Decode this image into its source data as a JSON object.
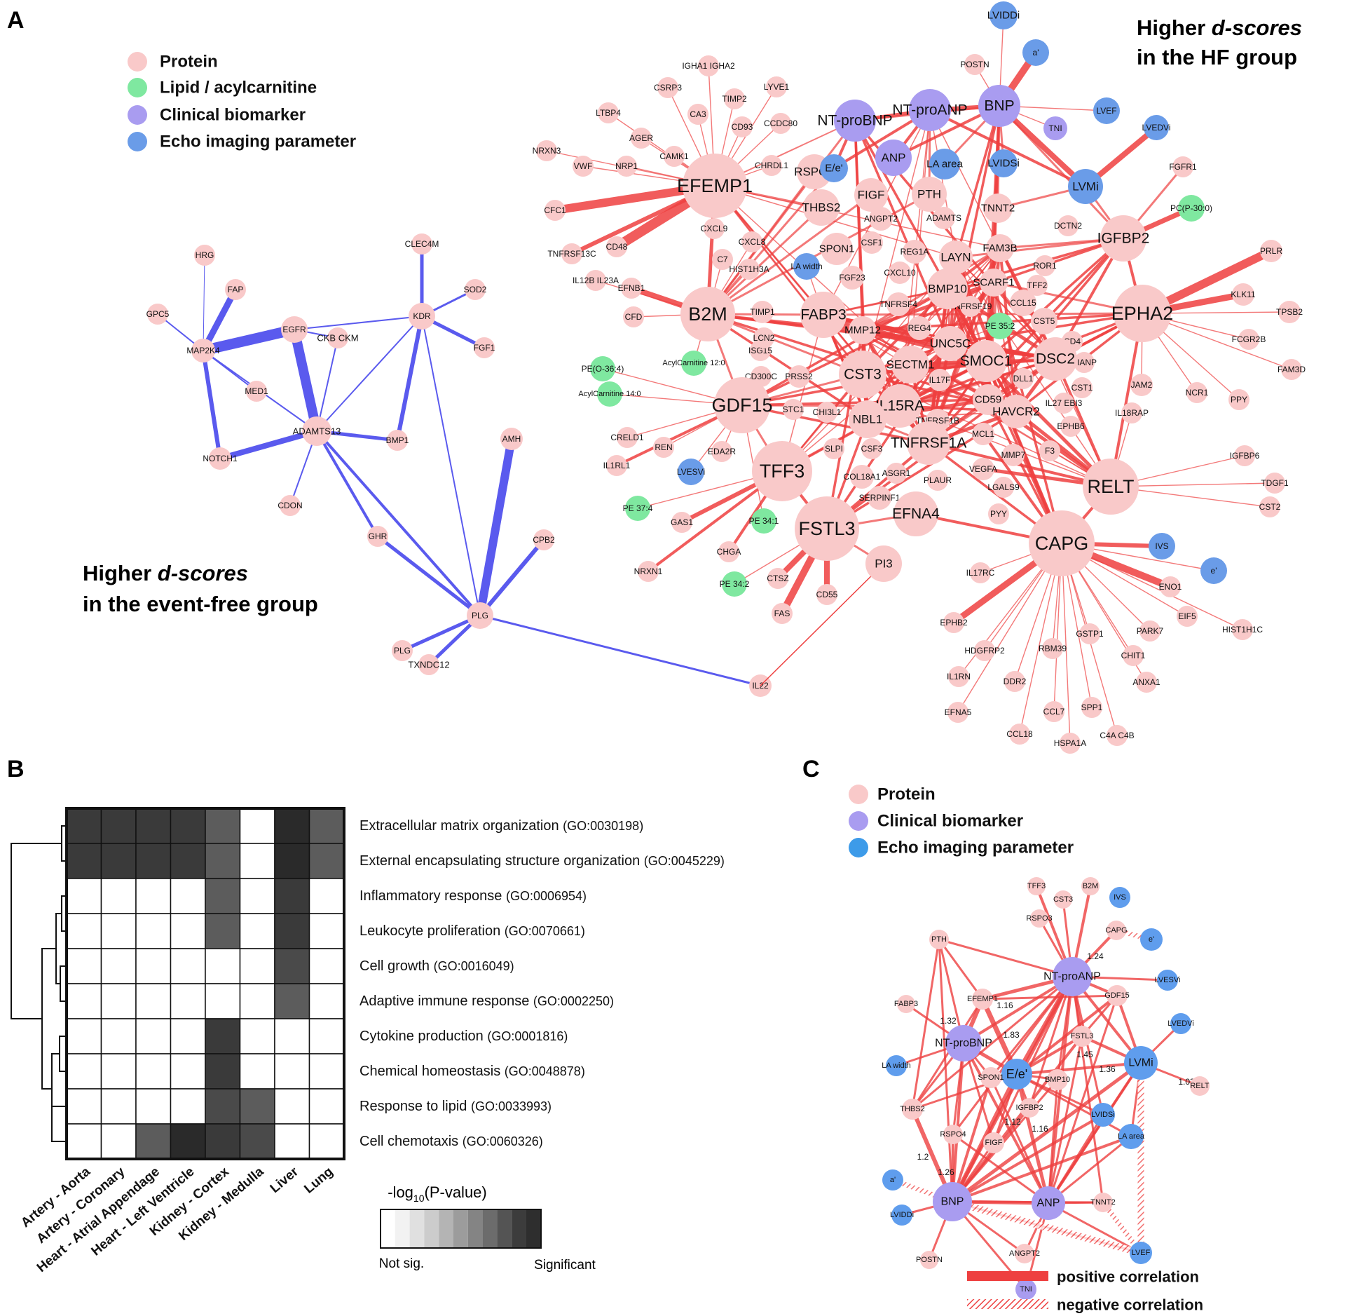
{
  "panels": {
    "a": "A",
    "b": "B",
    "c": "C"
  },
  "legend_a": [
    {
      "label": "Protein",
      "color": "#f9c9c9"
    },
    {
      "label": "Lipid / acylcarnitine",
      "color": "#7fe8a0"
    },
    {
      "label": "Clinical biomarker",
      "color": "#a99cf0"
    },
    {
      "label": "Echo imaging parameter",
      "color": "#6a9ce8"
    }
  ],
  "legend_c": [
    {
      "label": "Protein",
      "color": "#f9c9c9"
    },
    {
      "label": "Clinical biomarker",
      "color": "#a99cf0"
    },
    {
      "label": "Echo imaging parameter",
      "color": "#3d9be9"
    }
  ],
  "annotations": {
    "hf_line1": "Higher ",
    "hf_italic": "d-scores",
    "hf_line2": "in the HF group",
    "ef_line1": "Higher ",
    "ef_italic": "d-scores",
    "ef_line2": "in the event-free group"
  },
  "colors": {
    "positive": "#ee4040",
    "event_free": "#5a5aee",
    "protein": "#f9c9c9",
    "lipid": "#7fe8a0",
    "clinical": "#a99cf0",
    "echo": "#6a9ce8"
  },
  "network_event_free": {
    "nodes": [
      "HRG",
      "FAP",
      "GPC5",
      "MAP2K4",
      "EGFR",
      "CKB CKM",
      "KDR",
      "CLEC4M",
      "SOD2",
      "FGF1",
      "MED1",
      "ADAMTS13",
      "NOTCH1",
      "BMP1",
      "CDON",
      "GHR",
      "AMH",
      "CPB2",
      "PLG",
      "PLG",
      "TXNDC12",
      "IL22"
    ]
  },
  "network_hf": {
    "labels_visible": [
      "EFEMP1",
      "B2M",
      "GDF15",
      "TFF3",
      "FSTL3",
      "CAPG",
      "RELT",
      "EPHA2",
      "IGFBP2",
      "DSC2",
      "CST3",
      "SMOC1",
      "UNC5C",
      "IL15RA",
      "TNFRSF1A",
      "NBL1",
      "BMP10",
      "LAYN",
      "FAM3B",
      "TNNT2",
      "EFNA4",
      "PI3",
      "NT-proBNP",
      "NT-proANP",
      "BNP",
      "ANP",
      "E/e'",
      "LVMi",
      "LVEF",
      "LVIDDi",
      "LVIDSi",
      "LVEDVi",
      "LVESVi",
      "LA area",
      "LA width",
      "a'",
      "e'",
      "IVS",
      "TNI",
      "PE 35:2",
      "PE 34:1",
      "PE 34:2",
      "PE 37:4",
      "PE(O-36:4)",
      "PC(P-30:0)",
      "AcylCarnitine 12:0",
      "AcylCarnitine 14:0"
    ]
  },
  "heatmap": {
    "title": "-log10(P-value)",
    "title_main": "-log",
    "title_sub": "10",
    "title_rest": "(P-value)",
    "legend_low": "Not sig.",
    "legend_high": "Significant",
    "tissues": [
      "Artery - Aorta",
      "Artery - Coronary",
      "Heart - Atrial Appendage",
      "Heart - Left Ventricle",
      "Kidney - Cortex",
      "Kidney - Medulla",
      "Liver",
      "Lung"
    ],
    "terms": [
      {
        "name": "Extracellular matrix organization",
        "go": "(GO:0030198)",
        "values": [
          8,
          8,
          8,
          8,
          6,
          0,
          9,
          6
        ]
      },
      {
        "name": "External encapsulating structure organization",
        "go": "(GO:0045229)",
        "values": [
          8,
          8,
          8,
          8,
          6,
          0,
          9,
          6
        ]
      },
      {
        "name": "Inflammatory response",
        "go": "(GO:0006954)",
        "values": [
          0,
          0,
          0,
          0,
          6,
          0,
          8,
          0
        ]
      },
      {
        "name": "Leukocyte proliferation",
        "go": "(GO:0070661)",
        "values": [
          0,
          0,
          0,
          0,
          6,
          0,
          8,
          0
        ]
      },
      {
        "name": "Cell growth",
        "go": "(GO:0016049)",
        "values": [
          0,
          0,
          0,
          0,
          0,
          0,
          7,
          0
        ]
      },
      {
        "name": "Adaptive immune response",
        "go": "(GO:0002250)",
        "values": [
          0,
          0,
          0,
          0,
          0,
          0,
          6,
          0
        ]
      },
      {
        "name": "Cytokine production",
        "go": "(GO:0001816)",
        "values": [
          0,
          0,
          0,
          0,
          8,
          0,
          0,
          0
        ]
      },
      {
        "name": "Chemical homeostasis",
        "go": "(GO:0048878)",
        "values": [
          0,
          0,
          0,
          0,
          8,
          0,
          0,
          0
        ]
      },
      {
        "name": "Response to lipid",
        "go": "(GO:0033993)",
        "values": [
          0,
          0,
          0,
          0,
          7,
          6,
          0,
          0
        ]
      },
      {
        "name": "Cell chemotaxis",
        "go": "(GO:0060326)",
        "values": [
          0,
          0,
          6,
          9,
          8,
          7,
          0,
          0
        ]
      }
    ]
  },
  "network_c": {
    "edge_weights": [
      "1.24",
      "1.16",
      "1.32",
      "1.83",
      "1.45",
      "1.36",
      "1.03",
      "1.16",
      "1.12",
      "1.2",
      "1.26"
    ],
    "legend_positive": "positive correlation",
    "legend_negative": "negative correlation"
  }
}
